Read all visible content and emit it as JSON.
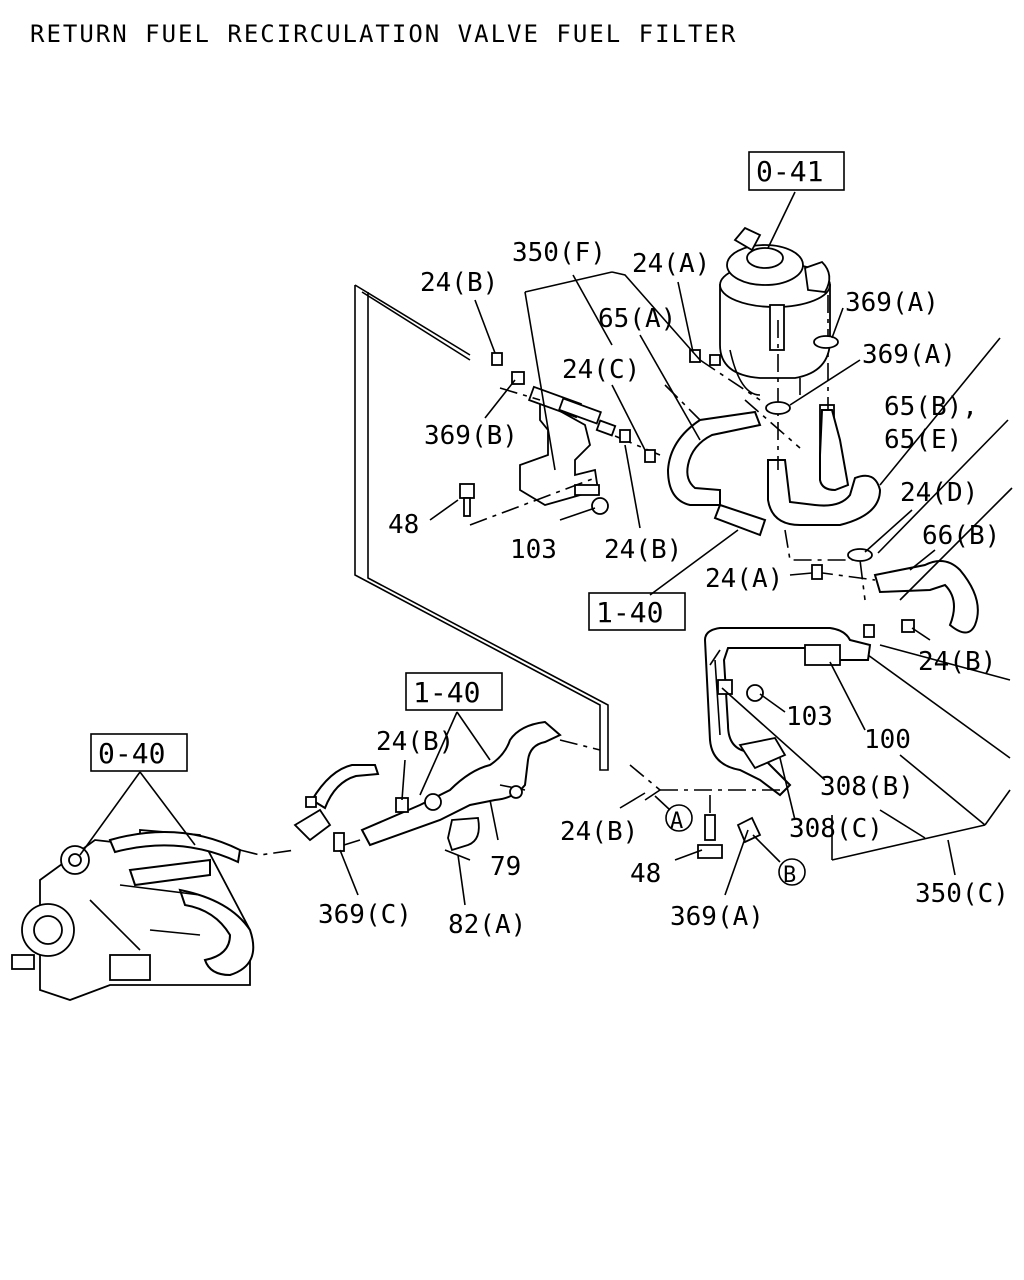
{
  "title": "RETURN FUEL RECIRCULATION VALVE FUEL FILTER",
  "boxes": {
    "filter_ref": "0-41",
    "pump_ref": "0-40",
    "hose_ref_upper": "1-40",
    "hose_ref_lower": "1-40"
  },
  "labels": {
    "l_350F": "350(F)",
    "l_24A_top": "24(A)",
    "l_24B_top": "24(B)",
    "l_369A_1": "369(A)",
    "l_65A": "65(A)",
    "l_369A_2": "369(A)",
    "l_24C": "24(C)",
    "l_65B": "65(B),",
    "l_65E": "65(E)",
    "l_369B": "369(B)",
    "l_24D": "24(D)",
    "l_48_top": "48",
    "l_66B": "66(B)",
    "l_103_top": "103",
    "l_24B_mid": "24(B)",
    "l_24A_mid": "24(A)",
    "l_24B_right": "24(B)",
    "l_103_right": "103",
    "l_100": "100",
    "l_24B_low": "24(B)",
    "l_308B": "308(B)",
    "l_308C": "308(C)",
    "l_24B_lower": "24(B)",
    "l_A": "A",
    "l_B": "B",
    "l_79": "79",
    "l_48_low": "48",
    "l_350C": "350(C)",
    "l_369C": "369(C)",
    "l_82A": "82(A)",
    "l_369A_low": "369(A)"
  }
}
